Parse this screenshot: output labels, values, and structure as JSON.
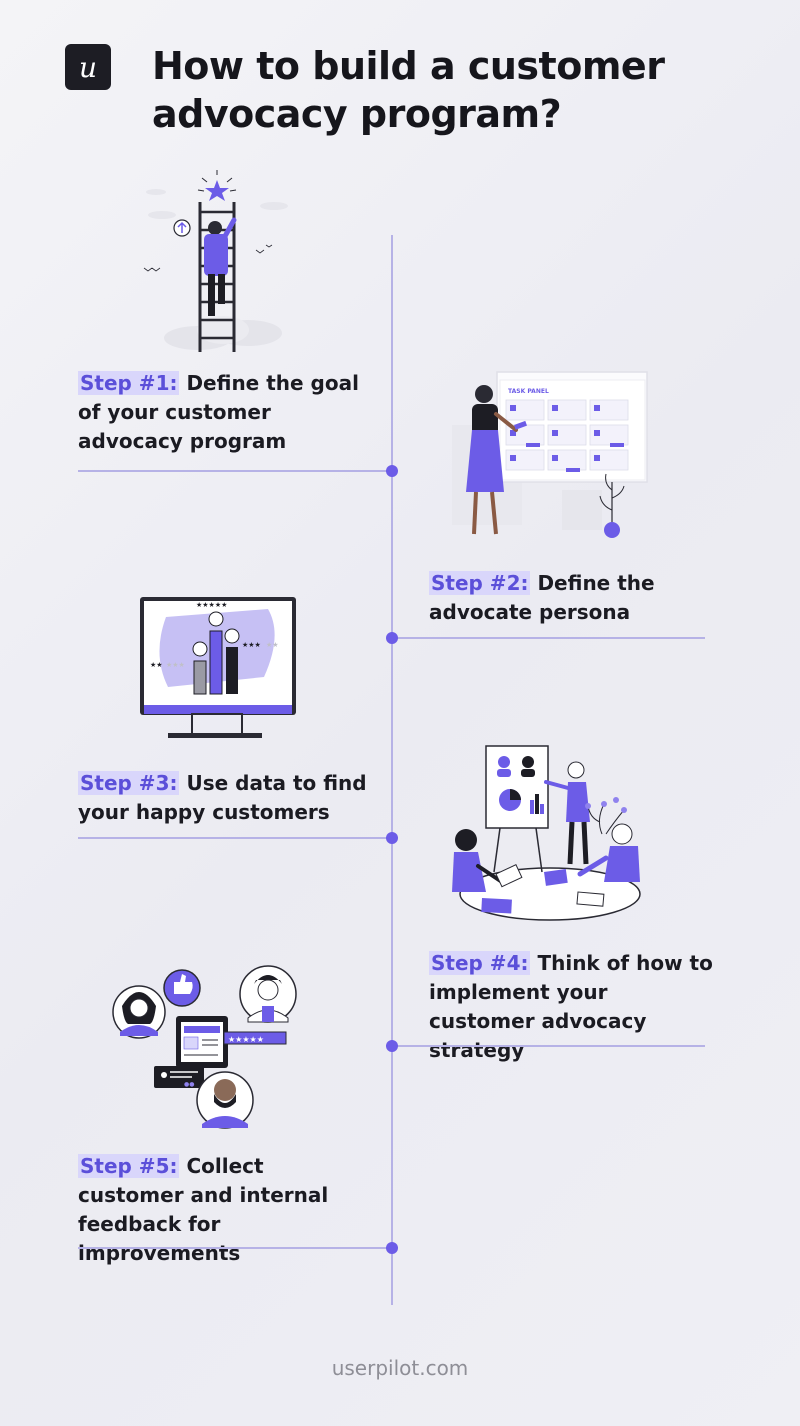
{
  "header": {
    "logo_letter": "u",
    "title": "How to build a customer advocacy program?"
  },
  "steps": [
    {
      "number": "Step #1:",
      "text": "Define the goal of your customer advocacy program",
      "illustration": "person-climbing-ladder-to-star"
    },
    {
      "number": "Step #2:",
      "text": "Define the advocate persona",
      "illustration": "woman-at-task-panel-board"
    },
    {
      "number": "Step #3:",
      "text": "Use data to find your happy customers",
      "illustration": "monitor-with-ratings-bar-chart"
    },
    {
      "number": "Step #4:",
      "text": "Think of how to implement your customer advocacy strategy",
      "illustration": "team-meeting-presentation"
    },
    {
      "number": "Step #5:",
      "text": "Collect customer and internal feedback for improvements",
      "illustration": "feedback-avatars-and-reviews"
    }
  ],
  "illustration_text": {
    "task_panel": "TASK PANEL"
  },
  "footer": {
    "site": "userpilot.com"
  },
  "colors": {
    "accent": "#6c5ce7",
    "highlight": "#d9d6fb",
    "dark": "#1d1d24",
    "line": "#b6b2e6"
  }
}
